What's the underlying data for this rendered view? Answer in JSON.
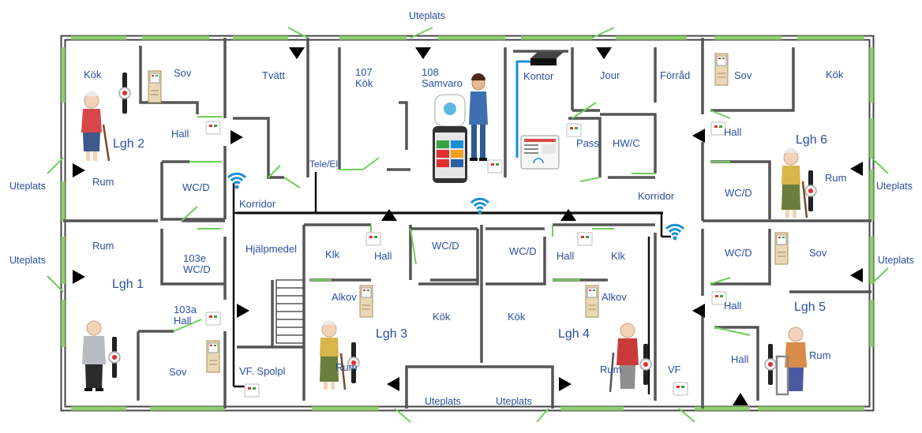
{
  "floorplan": {
    "outdoor_label": "Uteplats",
    "rooms": {
      "kok_l2": "Kök",
      "sov_l2": "Sov",
      "hall_l2": "Hall",
      "lgh2": "Lgh 2",
      "rum_l2": "Rum",
      "wcd_l2": "WC/D",
      "tvatt": "Tvätt",
      "kok107": "107\nKök",
      "samvaro108": "108\nSamvaro",
      "kontor": "Kontor",
      "jour": "Jour",
      "forrad": "Förråd",
      "pass": "Pass",
      "hwc": "HW/C",
      "tele": "Tele/El",
      "korridor_left": "Korridor",
      "korridor_right": "Korridor",
      "sov_l6": "Sov",
      "kok_l6": "Kök",
      "hall_l6": "Hall",
      "lgh6": "Lgh 6",
      "rum_l6": "Rum",
      "wcd_l6": "WC/D",
      "rum_l1": "Rum",
      "lgh1": "Lgh 1",
      "wcd_103e": "103e\nWC/D",
      "hall_103a": "103a\nHall",
      "sov_l1": "Sov",
      "hjalpmedel": "Hjälpmedel",
      "vf_spolpl": "VF. Spolpl",
      "klk_l3": "Klk",
      "hall_l3": "Hall",
      "wcd_l3": "WC/D",
      "alkov_l3": "Alkov",
      "lgh3": "Lgh 3",
      "kok_l3": "Kök",
      "rum_l3": "Rum",
      "wcd_l4": "WC/D",
      "hall_l4": "Hall",
      "klk_l4": "Klk",
      "alkov_l4": "Alkov",
      "kok_l4": "Kök",
      "lgh4": "Lgh 4",
      "rum_l4": "Rum",
      "vf_right": "VF",
      "wcd_l5": "WC/D",
      "sov_l5": "Sov",
      "hall_l5": "Hall",
      "lgh5": "Lgh 5",
      "hall_lower_right": "Hall",
      "rum_l5": "Rum"
    },
    "icons": [
      "wifi-icon",
      "alarm-wristband-icon",
      "wall-alarm-button-icon",
      "mobile-phone-icon",
      "control-panel-icon",
      "network-switch-icon",
      "sensor-arrow-icon",
      "elderly-person-icon",
      "nurse-icon",
      "door-icon",
      "window-icon"
    ],
    "colors": {
      "label": "#2b4f9e",
      "window": "#8fd06e",
      "door_swing": "#6fcf5a",
      "cable": "#111111",
      "cable_blue": "#1a8fd6",
      "wifi": "#1a8fd6"
    }
  }
}
